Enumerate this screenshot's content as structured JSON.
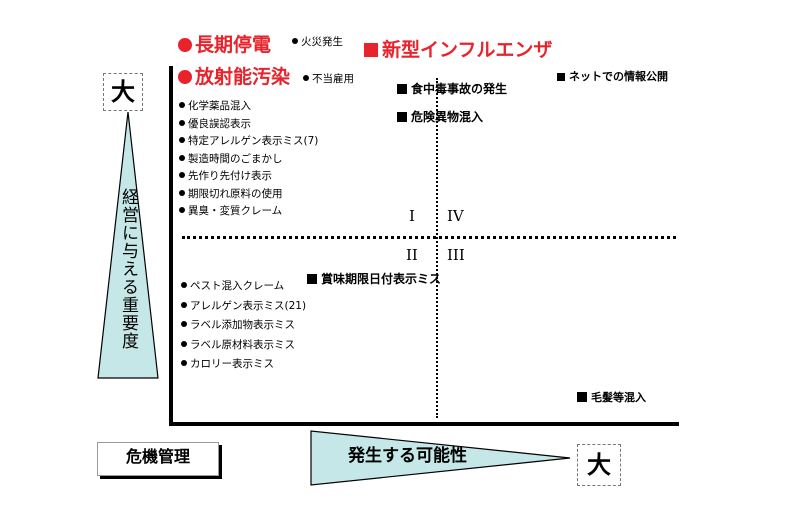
{
  "axes": {
    "y_label": "経営に与える重要度",
    "y_big": "大",
    "x_label": "発生する可能性",
    "x_big": "大",
    "corner_label": "危機管理"
  },
  "quadrants": {
    "q1": "I",
    "q2": "II",
    "q3": "III",
    "q4": "IV"
  },
  "red_items": {
    "long_outage": "長期停電",
    "radiation": "放射能汚染",
    "new_flu": "新型インフルエンザ"
  },
  "top_small": {
    "fire": "火災発生",
    "misconduct": "不当雇用"
  },
  "left_upper_list": [
    "化学薬品混入",
    "優良誤認表示",
    "特定アレルゲン表示ミス(7)",
    "製造時間のごまかし",
    "先作り先付け表示",
    "期限切れ原料の使用",
    "異臭・変質クレーム"
  ],
  "left_lower_list": [
    "ペスト混入クレーム",
    "アレルゲン表示ミス(21)",
    "ラベル添加物表示ミス",
    "ラベル原材料表示ミス",
    "カロリー表示ミス"
  ],
  "square_items": {
    "net_leak": "ネットでの情報公開",
    "food_poisoning": "食中毒事故の発生",
    "foreign_object": "危険異物混入",
    "expiry_label": "賞味期限日付表示ミス",
    "hair": "毛髪等混入"
  },
  "colors": {
    "red": "#e8232b",
    "triangle_fill": "#c6e7e7"
  }
}
